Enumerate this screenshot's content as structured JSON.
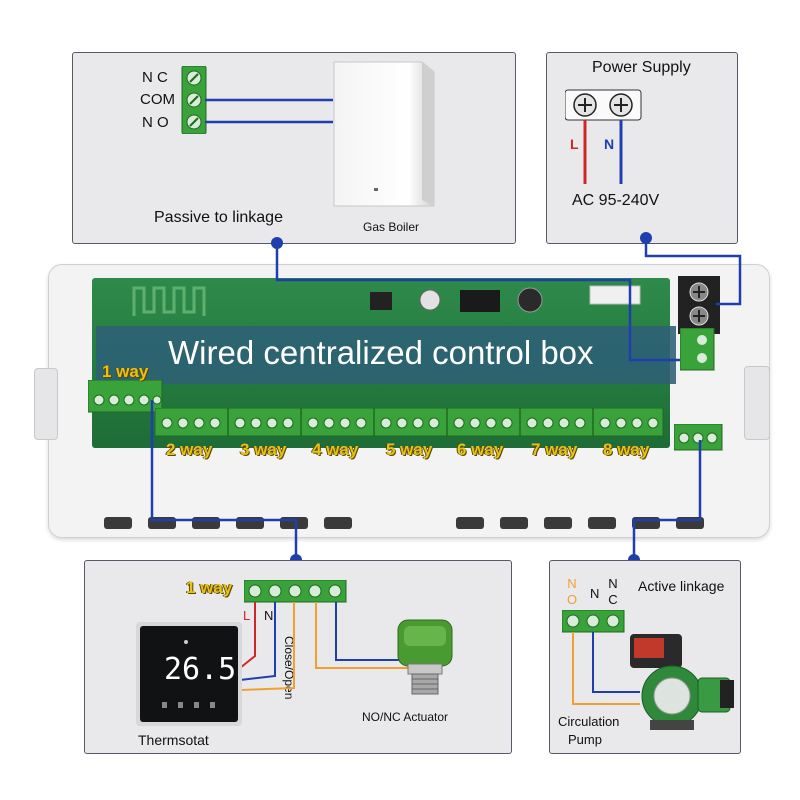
{
  "boiler_panel": {
    "terminals": [
      "N C",
      "COM",
      "N O"
    ],
    "caption": "Passive to linkage",
    "device_label": "Gas Boiler"
  },
  "power_panel": {
    "title": "Power Supply",
    "line_label": "L",
    "neutral_label": "N",
    "voltage": "AC 95-240V"
  },
  "control_box": {
    "title": "Wired centralized control box",
    "ways": [
      "1 way",
      "2 way",
      "3 way",
      "4 way",
      "5 way",
      "6 way",
      "7 way",
      "8 way"
    ]
  },
  "thermostat_panel": {
    "way_label": "1 way",
    "terminal_labels": [
      "L",
      "N",
      "Close/Open"
    ],
    "thermostat_label": "Thermsotat",
    "display_value": "26.5",
    "actuator_label": "NO/NC Actuator"
  },
  "pump_panel": {
    "title": "Active linkage",
    "terminal_labels": [
      "N O",
      "N",
      "N C"
    ],
    "device_label_line1": "Circulation",
    "device_label_line2": "Pump"
  },
  "colors": {
    "wire_blue": "#1f3fae",
    "wire_red": "#d02626",
    "wire_orange": "#f0a030",
    "panel_bg": "#e9e9eb",
    "banner": "#3a6a7e",
    "way_text": "#e8c21a",
    "terminal_green": "#3aa23a"
  }
}
